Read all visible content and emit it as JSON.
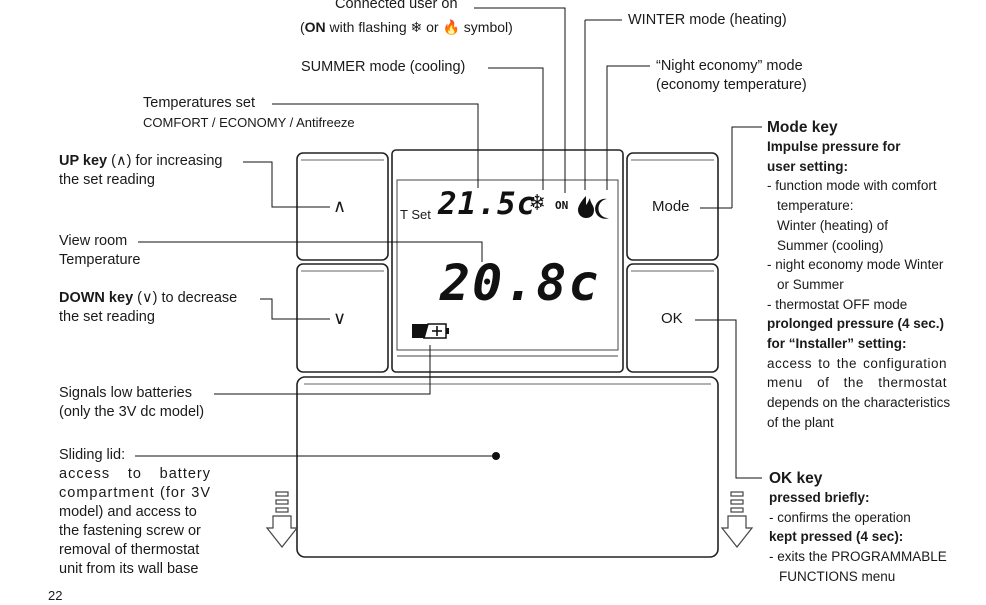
{
  "device": {
    "lcd": {
      "tset_label": "T Set",
      "set_temp": "21.5c",
      "room_temp": "20.8c",
      "on_label": "ON",
      "snowflake_glyph": "❄",
      "up_glyph": "∧",
      "down_glyph": "∨"
    },
    "keys": {
      "mode_label": "Mode",
      "ok_label": "OK"
    }
  },
  "callouts": {
    "connected_user": {
      "line1": "Connected user on",
      "line2_pre": "(",
      "line2_on": "ON",
      "line2_mid": " with flashing ",
      "line2_snow": "❄",
      "line2_or": " or ",
      "line2_fire": "🔥",
      "line2_post": " symbol)"
    },
    "winter": "WINTER mode (heating)",
    "summer": "SUMMER mode (cooling)",
    "night": {
      "line1": "“Night economy” mode",
      "line2": "(economy temperature)"
    },
    "temps_set": {
      "line1": "Temperatures set",
      "line2": "COMFORT / ECONOMY / Antifreeze"
    },
    "up_key": {
      "title": "UP key",
      "glyph": " (∧) ",
      "rest": "for increasing",
      "line2": "the set reading"
    },
    "view_room": {
      "line1": "View room",
      "line2": "Temperature"
    },
    "down_key": {
      "title": "DOWN key",
      "glyph": " (∨) ",
      "rest": "to decrease",
      "line2": "the set reading"
    },
    "low_batt": {
      "line1": "Signals low batteries",
      "line2": "(only the 3V dc model)"
    },
    "lid": {
      "title": "Sliding lid:",
      "lines": [
        "access to battery",
        "compartment (for 3V",
        "model) and access to",
        "the fastening screw or",
        "removal of thermostat",
        "unit from its wall base"
      ]
    },
    "mode_key": {
      "title": "Mode key",
      "lines": [
        {
          "t": "Impulse pressure for",
          "b": true
        },
        {
          "t": "user setting:",
          "b": true
        },
        {
          "t": "- function mode with comfort",
          "b": false
        },
        {
          "t": "temperature:",
          "b": false,
          "indent": true
        },
        {
          "t": "Winter (heating) of",
          "b": false,
          "indent": true
        },
        {
          "t": "Summer (cooling)",
          "b": false,
          "indent": true
        },
        {
          "t": "- night economy mode Winter",
          "b": false
        },
        {
          "t": "or Summer",
          "b": false,
          "indent": true
        },
        {
          "t": "- thermostat OFF mode",
          "b": false
        },
        {
          "t": "prolonged pressure (4 sec.)",
          "b": true
        },
        {
          "t": " for “Installer” setting:",
          "b": true
        },
        {
          "t": "access to the configuration",
          "b": false,
          "just": true
        },
        {
          "t": "menu of the thermostat",
          "b": false,
          "just": true
        },
        {
          "t": "depends on the characteristics",
          "b": false
        },
        {
          "t": "of the plant",
          "b": false
        }
      ]
    },
    "ok_key": {
      "title": "OK key",
      "lines": [
        {
          "t": "pressed briefly:",
          "b": true
        },
        {
          "t": "- confirms the operation",
          "b": false
        },
        {
          "t": "kept pressed (4 sec):",
          "b": true
        },
        {
          "t": "- exits the PROGRAMMABLE",
          "b": false
        },
        {
          "t": "FUNCTIONS menu",
          "b": false,
          "indent": true
        }
      ]
    },
    "page_number": "22"
  }
}
